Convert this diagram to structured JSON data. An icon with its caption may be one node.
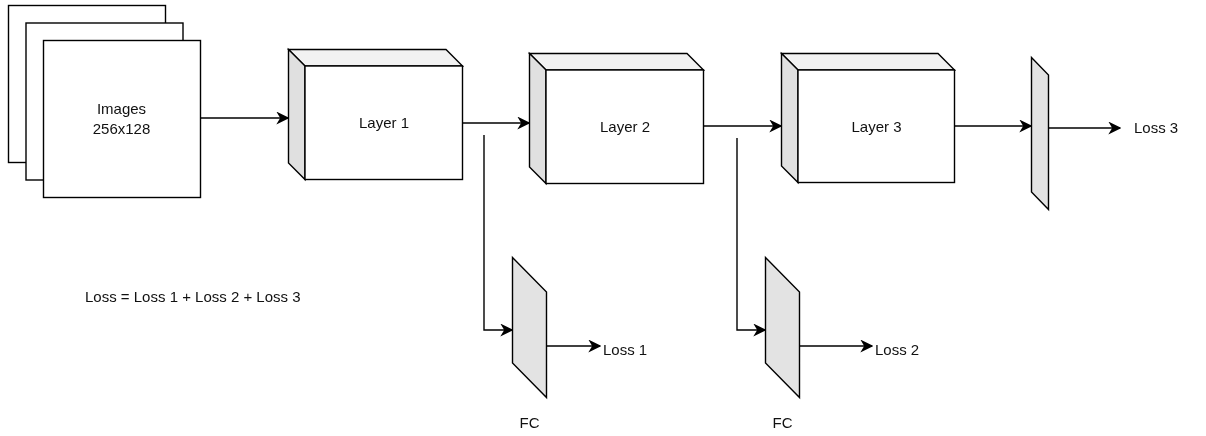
{
  "diagram": {
    "nodes": [
      {
        "text": [
          "Images 256x128"
        ]
      },
      {
        "text": [
          "Layer 1"
        ]
      },
      {
        "text": [
          "Layer 2"
        ]
      },
      {
        "text": [
          "Layer 3"
        ]
      },
      {
        "text": [],
        "shape": "parallelogram"
      },
      {
        "text": [
          "Loss 3"
        ]
      },
      {
        "text": [
          "FC"
        ]
      },
      {
        "text": [
          "Loss 1"
        ]
      },
      {
        "text": [
          "FC"
        ]
      },
      {
        "text": [
          "Loss 2"
        ]
      }
    ],
    "edges": [
      {
        "from": 0,
        "to": 1,
        "arrow": "to"
      },
      {
        "from": 1,
        "to": 2,
        "arrow": "to"
      },
      {
        "from": null,
        "to": 6,
        "arrow": "to"
      },
      {
        "from": 2,
        "to": 3,
        "arrow": "to"
      },
      {
        "from": null,
        "to": 8,
        "arrow": "to"
      },
      {
        "from": 3,
        "to": 4,
        "arrow": "to"
      },
      {
        "from": 4,
        "to": 5,
        "arrow": "to"
      },
      {
        "from": 6,
        "to": 7,
        "arrow": "to"
      },
      {
        "from": 8,
        "to": 9,
        "arrow": "to"
      }
    ],
    "labels": [
      "Loss = Loss 1 + Loss 2 + Loss 3"
    ]
  }
}
